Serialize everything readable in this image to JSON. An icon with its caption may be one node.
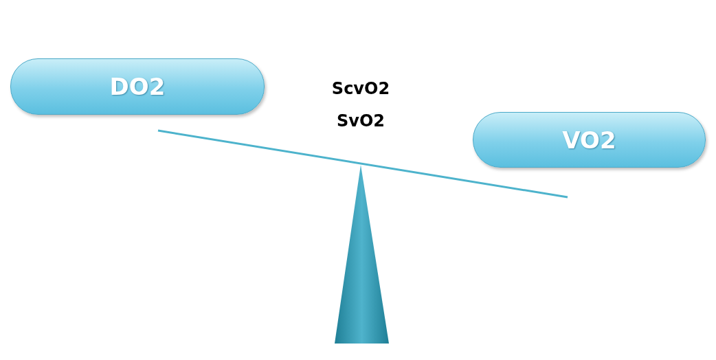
{
  "diagram": {
    "nodes": [
      {
        "text": [
          "DO2"
        ]
      },
      {
        "text": [
          "VO2"
        ]
      }
    ],
    "labels": [
      "ScvO2",
      "SvO2"
    ]
  }
}
